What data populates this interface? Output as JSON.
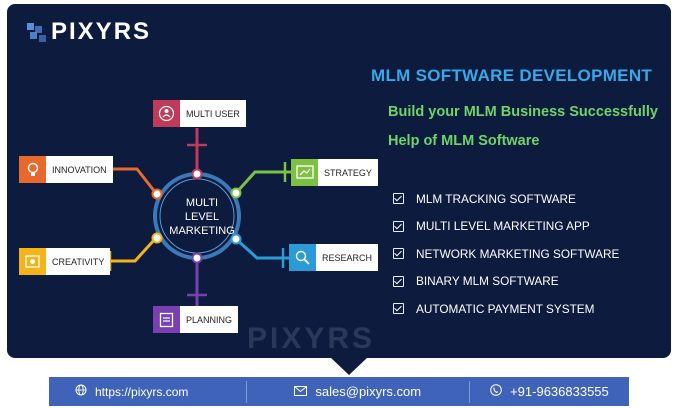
{
  "brand": {
    "name": "PIXYRS",
    "watermark": "PIXYRS"
  },
  "headline": "MLM SOFTWARE DEVELOPMENT",
  "subheadings": [
    "Build your MLM Business Successfully",
    "Help of MLM Software"
  ],
  "features": [
    "MLM TRACKING SOFTWARE",
    "MULTI LEVEL MARKETING APP",
    "NETWORK MARKETING SOFTWARE",
    "BINARY MLM SOFTWARE",
    "AUTOMATIC PAYMENT SYSTEM"
  ],
  "diagram": {
    "center": [
      "MULTI",
      "LEVEL",
      "MARKETING"
    ],
    "nodes": [
      {
        "label": "MULTI USER",
        "icon": "users-icon",
        "color": "#c03a5a"
      },
      {
        "label": "INNOVATION",
        "icon": "lightbulb-icon",
        "color": "#e8692e"
      },
      {
        "label": "STRATEGY",
        "icon": "strategy-board-icon",
        "color": "#7cc142"
      },
      {
        "label": "CREATIVITY",
        "icon": "creativity-icon",
        "color": "#f2b418"
      },
      {
        "label": "RESEARCH",
        "icon": "research-icon",
        "color": "#2b9bd8"
      },
      {
        "label": "PLANNING",
        "icon": "clipboard-icon",
        "color": "#7a3fb0"
      }
    ]
  },
  "footer": {
    "website": "https://pixyrs.com",
    "email": "sales@pixyrs.com",
    "phone": "+91-9636833555"
  }
}
